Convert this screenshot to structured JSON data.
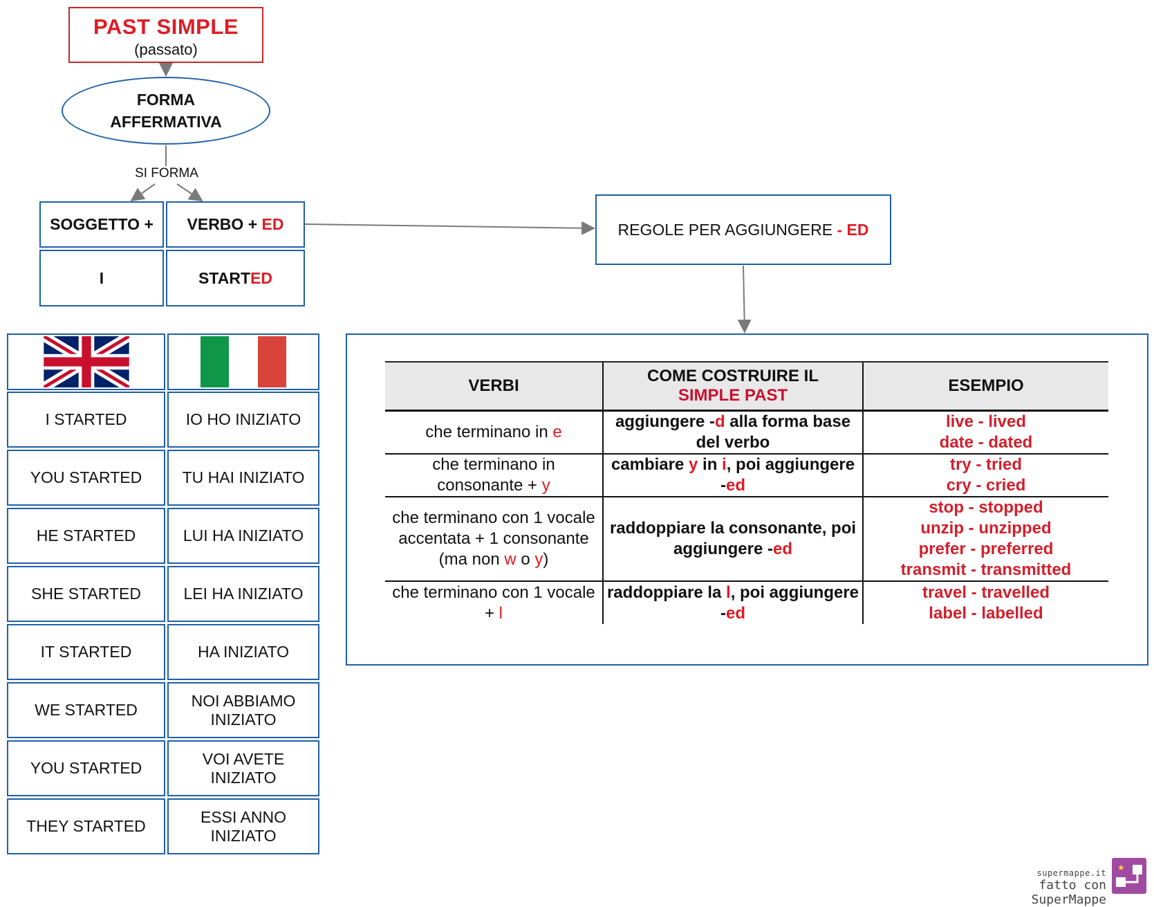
{
  "title": {
    "main": "PAST SIMPLE",
    "sub": "(passato)"
  },
  "form_node": {
    "line1": "FORMA",
    "line2": "AFFERMATIVA"
  },
  "edge_label": "SI FORMA",
  "structure": {
    "subject_header": "SOGGETTO +",
    "verb_header_prefix": "VERBO + ",
    "verb_header_suffix": "ED",
    "subject_example": "I",
    "verb_example_stem": "START",
    "verb_example_suffix": "ED"
  },
  "rules_box": {
    "label": "REGOLE PER AGGIUNGERE ",
    "accent": "- ED"
  },
  "flags": [
    "uk-flag-icon",
    "italy-flag-icon"
  ],
  "conjugation": [
    {
      "en": "I STARTED",
      "it": "IO HO INIZIATO"
    },
    {
      "en": "YOU STARTED",
      "it": "TU HAI INIZIATO"
    },
    {
      "en": "HE STARTED",
      "it": "LUI HA INIZIATO"
    },
    {
      "en": "SHE STARTED",
      "it": "LEI HA INIZIATO"
    },
    {
      "en": "IT STARTED",
      "it": "HA INIZIATO"
    },
    {
      "en": "WE STARTED",
      "it": "NOI ABBIAMO INIZIATO"
    },
    {
      "en": "YOU STARTED",
      "it": "VOI AVETE INIZIATO"
    },
    {
      "en": "THEY STARTED",
      "it": "ESSI ANNO INIZIATO"
    }
  ],
  "rules_table": {
    "headers": {
      "verbi": "VERBI",
      "come_line1": "COME COSTRUIRE IL",
      "come_line2": "SIMPLE PAST",
      "esempio": "ESEMPIO"
    },
    "rows": [
      {
        "verbi": [
          {
            "t": "che terminano in "
          },
          {
            "t": "e",
            "red": true
          }
        ],
        "come": [
          {
            "t": "aggiungere -"
          },
          {
            "t": "d",
            "red": true
          },
          {
            "t": " alla forma base del verbo"
          }
        ],
        "esempio": [
          "live - lived",
          "date - dated"
        ]
      },
      {
        "verbi": [
          {
            "t": "che terminano in consonante + "
          },
          {
            "t": "y",
            "red": true
          }
        ],
        "come": [
          {
            "t": "cambiare "
          },
          {
            "t": "y",
            "red": true
          },
          {
            "t": " in "
          },
          {
            "t": "i",
            "red": true
          },
          {
            "t": ", poi aggiungere -"
          },
          {
            "t": "ed",
            "red": true
          }
        ],
        "esempio": [
          "try - tried",
          "cry - cried"
        ]
      },
      {
        "verbi": [
          {
            "t": "che terminano con 1 vocale accentata + 1 consonante (ma non "
          },
          {
            "t": "w",
            "red": true
          },
          {
            "t": " o "
          },
          {
            "t": "y",
            "red": true
          },
          {
            "t": ")"
          }
        ],
        "come": [
          {
            "t": "raddoppiare la consonante, poi aggiungere -"
          },
          {
            "t": "ed",
            "red": true
          }
        ],
        "esempio": [
          "stop - stopped",
          "unzip - unzipped",
          "prefer - preferred",
          "transmit - transmitted"
        ]
      },
      {
        "verbi": [
          {
            "t": "che terminano con 1 vocale + "
          },
          {
            "t": "l",
            "red": true
          }
        ],
        "come": [
          {
            "t": "raddoppiare la "
          },
          {
            "t": "l",
            "red": true
          },
          {
            "t": ", poi aggiungere -"
          },
          {
            "t": "ed",
            "red": true
          }
        ],
        "esempio": [
          "travel - travelled",
          "label - labelled"
        ]
      }
    ]
  },
  "footer": {
    "site": "supermappe.it",
    "credit": "fatto con SuperMappe"
  },
  "colors": {
    "accent_red": "#e01b24",
    "node_blue": "#1f5fa8",
    "title_border": "#c62828",
    "logo": "#a04aa2"
  }
}
